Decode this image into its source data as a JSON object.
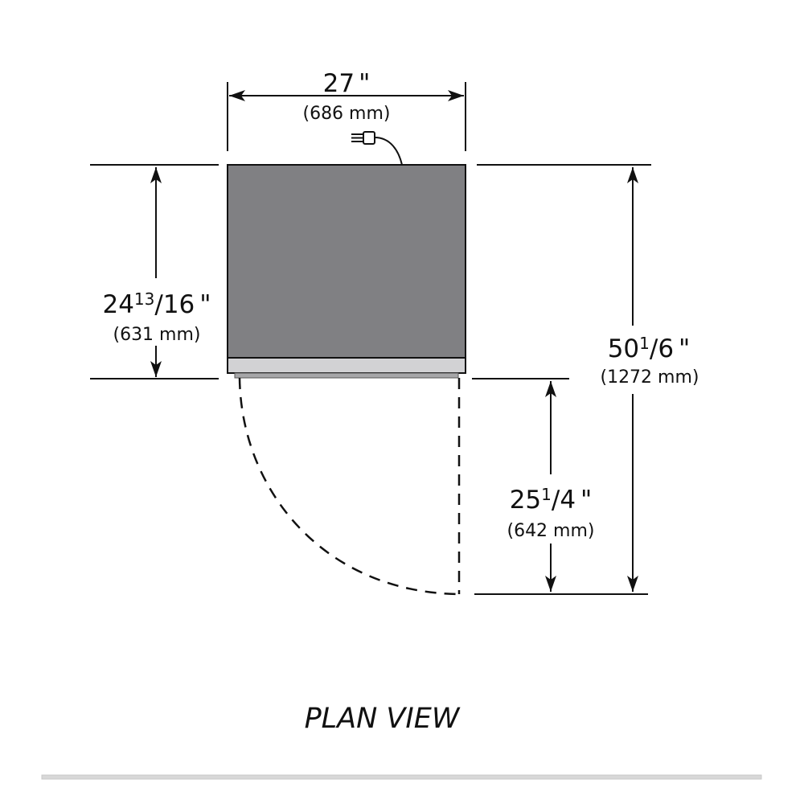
{
  "diagram": {
    "caption": "PLAN VIEW",
    "colors": {
      "cabinet": "#808083",
      "door_strip": "#d2d2d4",
      "line": "#111111",
      "footer_rule": "#d8d8d8"
    },
    "icons": {
      "power_plug": "power-plug-icon"
    },
    "width": {
      "whole": "27",
      "inch_mark": "\"",
      "metric": "(686 mm)"
    },
    "depth": {
      "whole": "24",
      "fraction_top": "13",
      "fraction_bottom": "/16",
      "inch_mark": "\"",
      "metric": "(631 mm)"
    },
    "overall_depth": {
      "whole": "50",
      "fraction_top": "1",
      "fraction_bottom": "/6",
      "inch_mark": "\"",
      "metric": "(1272 mm)"
    },
    "door_swing": {
      "whole": "25",
      "fraction_top": "1",
      "fraction_bottom": "/4",
      "inch_mark": "\"",
      "metric": "(642 mm)"
    }
  }
}
